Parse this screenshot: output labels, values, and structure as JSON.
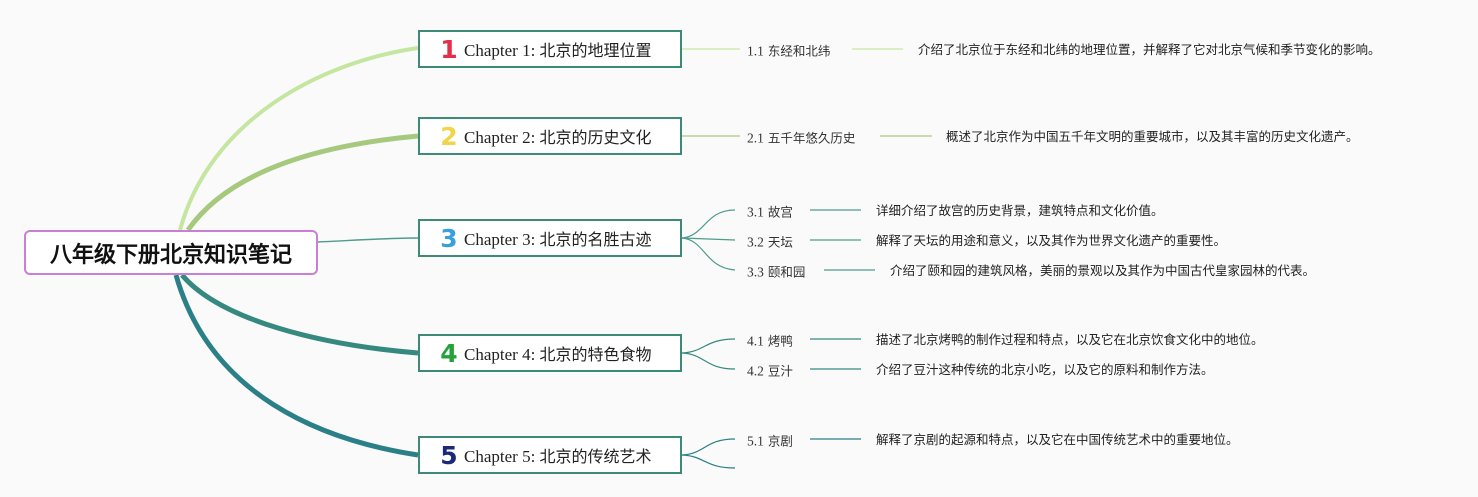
{
  "root": {
    "title": "八年级下册北京知识笔记"
  },
  "colors": {
    "branch": [
      "#c5e6a0",
      "#a6c97e",
      "#4f9c8b",
      "#36897f",
      "#2b8088"
    ],
    "numbers": [
      "#e23048",
      "#f0d44a",
      "#3aa0dc",
      "#26a23a",
      "#1b2a78"
    ],
    "chapter_border": "#3e8a78",
    "root_border": "#c97fd3"
  },
  "chapters": [
    {
      "num": "1",
      "label_en": "Chapter 1:",
      "label_cn": "北京的地理位置",
      "subs": [
        {
          "num": "1.1",
          "title": "东经和北纬",
          "desc": "介绍了北京位于东经和北纬的地理位置，并解释了它对北京气候和季节变化的影响。"
        }
      ]
    },
    {
      "num": "2",
      "label_en": "Chapter 2:",
      "label_cn": "北京的历史文化",
      "subs": [
        {
          "num": "2.1",
          "title": "五千年悠久历史",
          "desc": "概述了北京作为中国五千年文明的重要城市，以及其丰富的历史文化遗产。"
        }
      ]
    },
    {
      "num": "3",
      "label_en": "Chapter 3:",
      "label_cn": "北京的名胜古迹",
      "subs": [
        {
          "num": "3.1",
          "title": "故宫",
          "desc": "详细介绍了故宫的历史背景，建筑特点和文化价值。"
        },
        {
          "num": "3.2",
          "title": "天坛",
          "desc": "解释了天坛的用途和意义，以及其作为世界文化遗产的重要性。"
        },
        {
          "num": "3.3",
          "title": "颐和园",
          "desc": "介绍了颐和园的建筑风格，美丽的景观以及其作为中国古代皇家园林的代表。"
        }
      ]
    },
    {
      "num": "4",
      "label_en": "Chapter 4:",
      "label_cn": "北京的特色食物",
      "subs": [
        {
          "num": "4.1",
          "title": "烤鸭",
          "desc": "描述了北京烤鸭的制作过程和特点，以及它在北京饮食文化中的地位。"
        },
        {
          "num": "4.2",
          "title": "豆汁",
          "desc": "介绍了豆汁这种传统的北京小吃，以及它的原料和制作方法。"
        }
      ]
    },
    {
      "num": "5",
      "label_en": "Chapter 5:",
      "label_cn": "北京的传统艺术",
      "subs": [
        {
          "num": "5.1",
          "title": "京剧",
          "desc": "解释了京剧的起源和特点，以及它在中国传统艺术中的重要地位。"
        }
      ]
    }
  ]
}
